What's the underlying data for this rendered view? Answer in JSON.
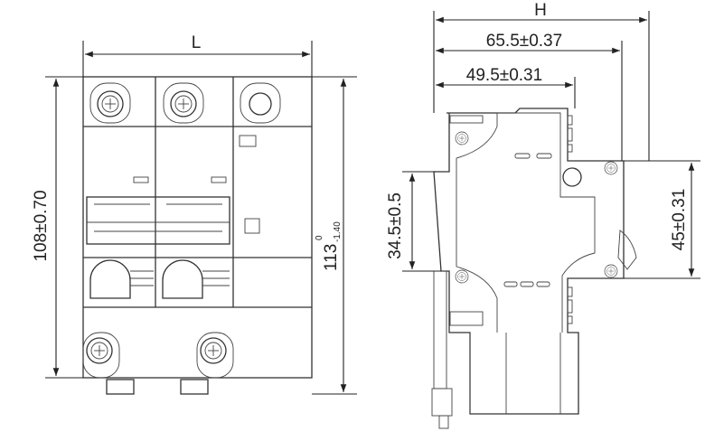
{
  "front_view": {
    "width_label": "L",
    "height_label": "108±0.70",
    "total_height_label": "113",
    "total_height_tol_upper": "0",
    "total_height_tol_lower": "-1.40"
  },
  "side_view": {
    "overall_label": "H",
    "depth_1_label": "65.5±0.37",
    "depth_2_label": "49.5±0.31",
    "rail_height_label": "34.5±0.5",
    "front_height_label": "45±0.31"
  }
}
